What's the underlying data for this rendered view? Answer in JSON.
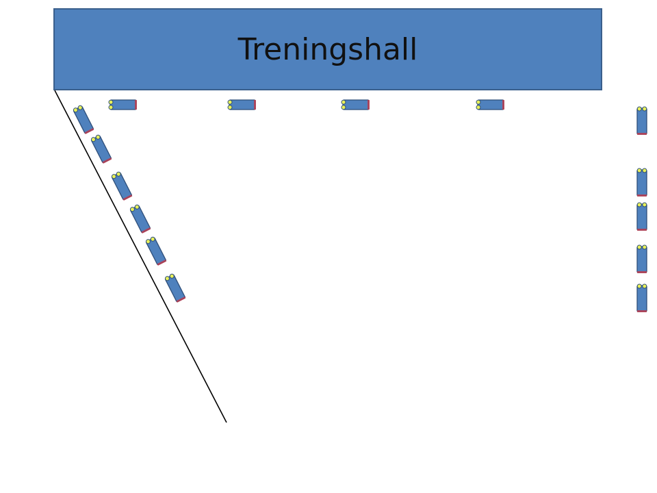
{
  "hall": {
    "title": "Treningshall"
  },
  "colors": {
    "hall_fill": "#4f81bd",
    "hall_border": "#3a5f8c",
    "unit_fill": "#4f81bd",
    "unit_border": "#2f4f7a",
    "light_dot": "#e8f05a",
    "red_end": "#c0394b",
    "line": "#000000"
  },
  "elements": {
    "unit_name": "vehicle-unit",
    "line_name": "boundary-line"
  }
}
